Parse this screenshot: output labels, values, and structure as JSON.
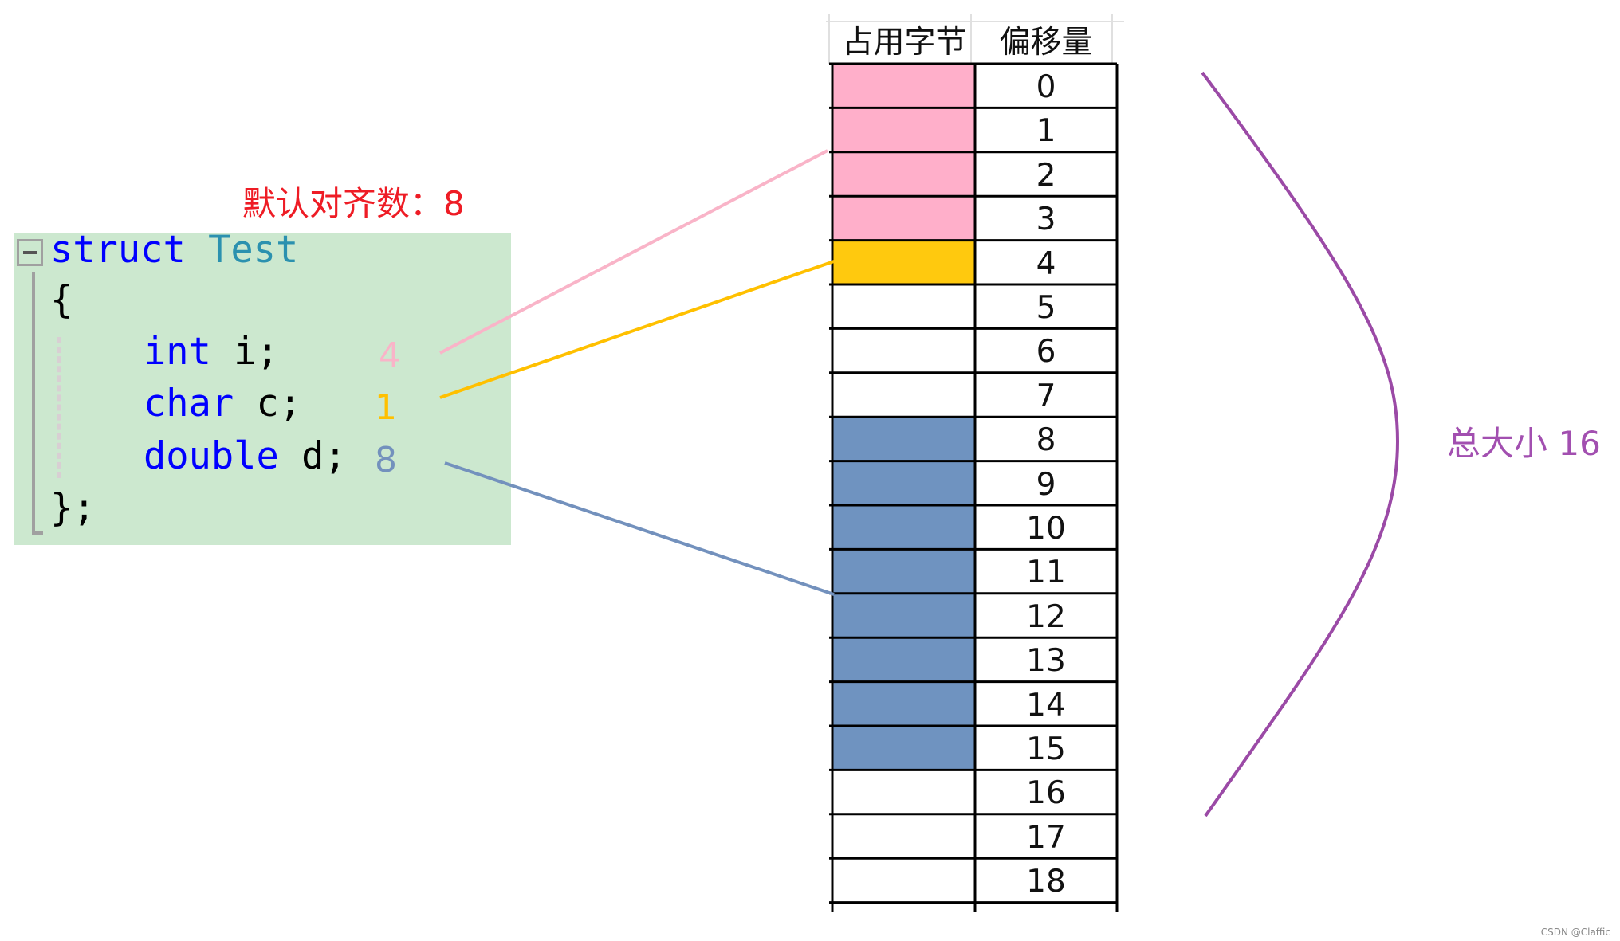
{
  "annotation": {
    "default_alignment": "默认对齐数：8",
    "total_size": "总大小 16"
  },
  "code": {
    "line1_keyword": "struct",
    "line1_type": "Test",
    "open_brace": "{",
    "members": [
      {
        "type": "int",
        "name": "i;",
        "size": "4",
        "color": "#f9b4c8"
      },
      {
        "type": "char",
        "name": "c;",
        "size": "1",
        "color": "#ffc000"
      },
      {
        "type": "double",
        "name": "d;",
        "size": "8",
        "color": "#7391bd"
      }
    ],
    "close_brace": "};"
  },
  "table": {
    "headers": [
      "占用字节",
      "偏移量"
    ],
    "offsets": [
      "0",
      "1",
      "2",
      "3",
      "4",
      "5",
      "6",
      "7",
      "8",
      "9",
      "10",
      "11",
      "12",
      "13",
      "14",
      "15",
      "16",
      "17",
      "18"
    ],
    "fills": [
      "#ffafca",
      "#ffafca",
      "#ffafca",
      "#ffafca",
      "#ffc90e",
      "",
      "",
      "",
      "#6f93c0",
      "#6f93c0",
      "#6f93c0",
      "#6f93c0",
      "#6f93c0",
      "#6f93c0",
      "#6f93c0",
      "#6f93c0",
      "",
      "",
      ""
    ]
  },
  "colors": {
    "brace": "#9b4aa6"
  },
  "watermark": "CSDN @Claffic"
}
